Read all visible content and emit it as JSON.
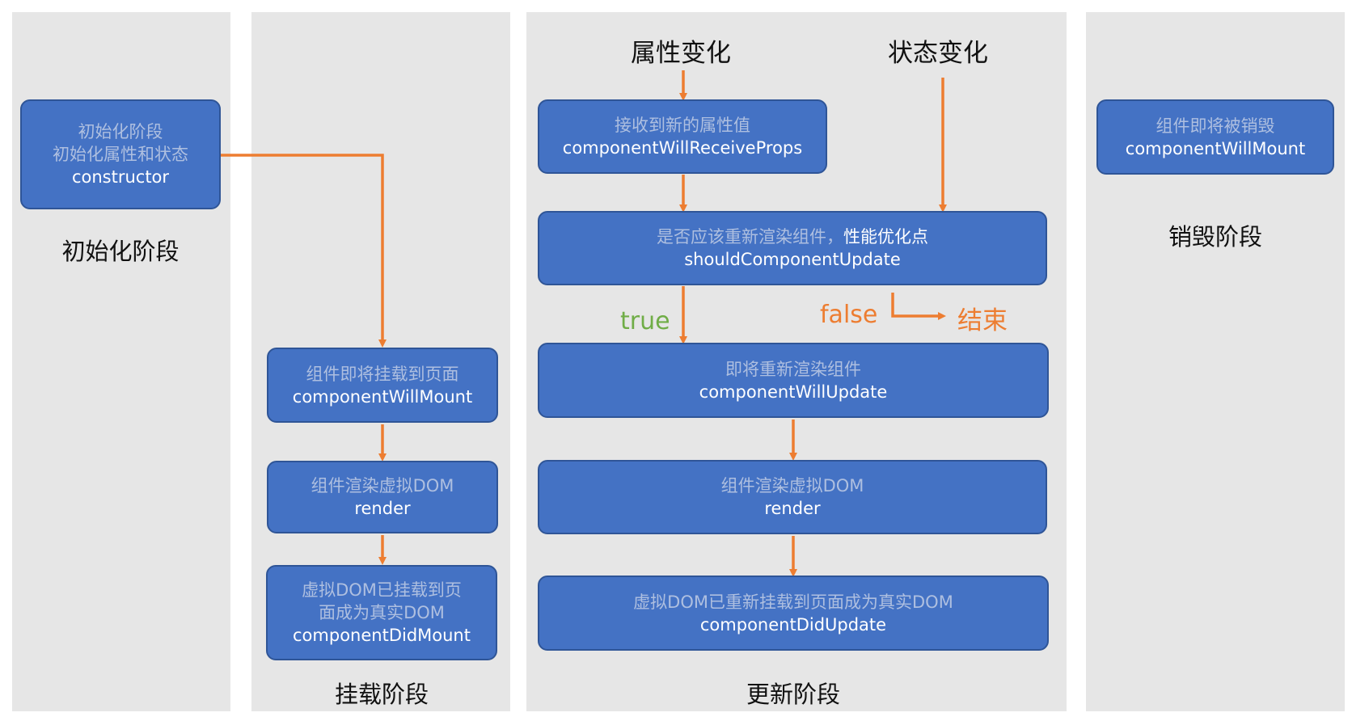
{
  "colors": {
    "box_fill": "#4472c4",
    "box_border": "#2f5597",
    "arrow": "#ed7d31",
    "true_label": "#70ad47",
    "false_label": "#ed7d31",
    "column_bg": "#e6e6e6"
  },
  "init": {
    "box": {
      "line1": "初始化阶段",
      "line2": "初始化属性和状态",
      "method": "constructor"
    },
    "stage_label": "初始化阶段"
  },
  "mount": {
    "will_mount": {
      "line1": "组件即将挂载到页面",
      "method": "componentWillMount"
    },
    "render": {
      "line1": "组件渲染虚拟DOM",
      "method": "render"
    },
    "did_mount": {
      "line1": "虚拟DOM已挂载到页",
      "line2": "面成为真实DOM",
      "method": "componentDidMount"
    },
    "stage_label": "挂载阶段"
  },
  "update": {
    "props_change": "属性变化",
    "state_change": "状态变化",
    "receive_props": {
      "line1": "接收到新的属性值",
      "method": "componentWillReceiveProps"
    },
    "should_update": {
      "line1": "是否应该重新渲染组件，",
      "highlight": "性能优化点",
      "method": "shouldComponentUpdate"
    },
    "true_label": "true",
    "false_label": "false",
    "end_label": "结束",
    "will_update": {
      "line1": "即将重新渲染组件",
      "method": "componentWillUpdate"
    },
    "render": {
      "line1": "组件渲染虚拟DOM",
      "method": "render"
    },
    "did_update": {
      "line1": "虚拟DOM已重新挂载到页面成为真实DOM",
      "method": "componentDidUpdate"
    },
    "stage_label": "更新阶段"
  },
  "unmount": {
    "will_unmount": {
      "line1": "组件即将被销毁",
      "method": "componentWillMount"
    },
    "stage_label": "销毁阶段"
  }
}
